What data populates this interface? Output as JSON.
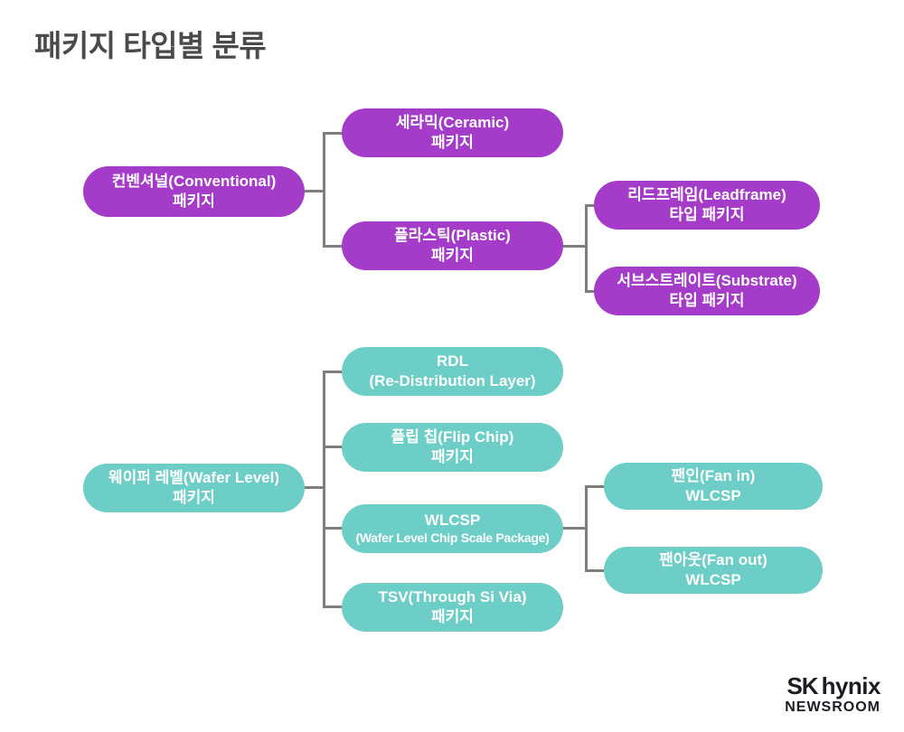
{
  "title": "패키지 타입별 분류",
  "colors": {
    "purple": "#a43bc9",
    "teal": "#6ccec6",
    "connector_gray": "#7e7e7e",
    "title_gray": "#4a4a4a",
    "logo_dark": "#1c1c22",
    "background": "#ffffff"
  },
  "conventional_tree": {
    "root": {
      "line1": "컨벤셔널(Conventional)",
      "line2": "패키지"
    },
    "children": [
      {
        "line1": "세라믹(Ceramic)",
        "line2": "패키지"
      },
      {
        "line1": "플라스틱(Plastic)",
        "line2": "패키지"
      }
    ],
    "plastic_children": [
      {
        "line1": "리드프레임(Leadframe)",
        "line2": "타입 패키지"
      },
      {
        "line1": "서브스트레이트(Substrate)",
        "line2": "타입 패키지"
      }
    ]
  },
  "wafer_tree": {
    "root": {
      "line1": "웨이퍼 레벨(Wafer Level)",
      "line2": "패키지"
    },
    "children": [
      {
        "line1": "RDL",
        "line2": "(Re-Distribution Layer)"
      },
      {
        "line1": "플립 칩(Flip Chip)",
        "line2": "패키지"
      },
      {
        "line1": "WLCSP",
        "line2": "(Wafer Level Chip Scale Package)"
      },
      {
        "line1": "TSV(Through Si Via)",
        "line2": "패키지"
      }
    ],
    "wlcsp_children": [
      {
        "line1": "팬인(Fan in)",
        "line2": "WLCSP"
      },
      {
        "line1": "팬아웃(Fan out)",
        "line2": "WLCSP"
      }
    ]
  },
  "logo": {
    "sk": "SK",
    "hynix": "hynix",
    "newsroom": "NEWSROOM"
  }
}
